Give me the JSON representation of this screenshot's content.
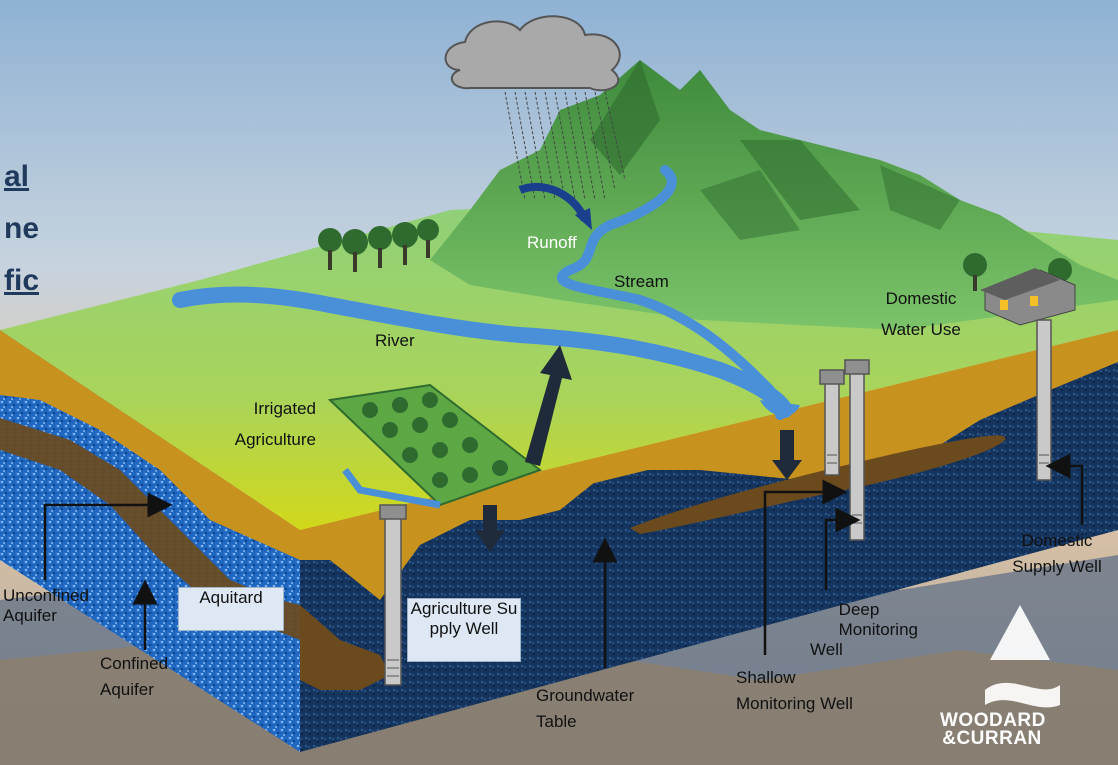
{
  "side_text": {
    "line1": "al",
    "line2": "ne",
    "line3": "fic"
  },
  "labels": {
    "runoff": "Runoff",
    "stream": "Stream",
    "river": "River",
    "domestic_water_use": [
      "Domestic",
      "Water Use"
    ],
    "irrigated_agriculture": [
      "Irrigated",
      "Agriculture"
    ],
    "unconfined_aquifer": [
      "Unconfined",
      "Aquifer"
    ],
    "confined_aquifer": [
      "Confined",
      "Aquifer"
    ],
    "aquitard": "Aquitard",
    "agriculture_supply_well": "Agriculture Supply Well",
    "groundwater_table": [
      "Groundwater",
      "Table"
    ],
    "shallow_monitoring_well": [
      "Shallow",
      "Monitoring Well"
    ],
    "deep_monitoring_well": [
      "Deep",
      "Monitoring",
      "Well"
    ],
    "domestic_supply_well": [
      "Domestic",
      "Supply Well"
    ]
  },
  "logo": {
    "line1": "WOODARD",
    "line2": "&CURRAN"
  },
  "colors": {
    "surface_green": "#7cc46a",
    "soil_tan": "#c8921e",
    "aquifer_blue": "#1f5fa8",
    "deep_navy": "#14305a",
    "water_blue": "#4a90d9",
    "aquitard_brown": "#6b4a1e"
  }
}
